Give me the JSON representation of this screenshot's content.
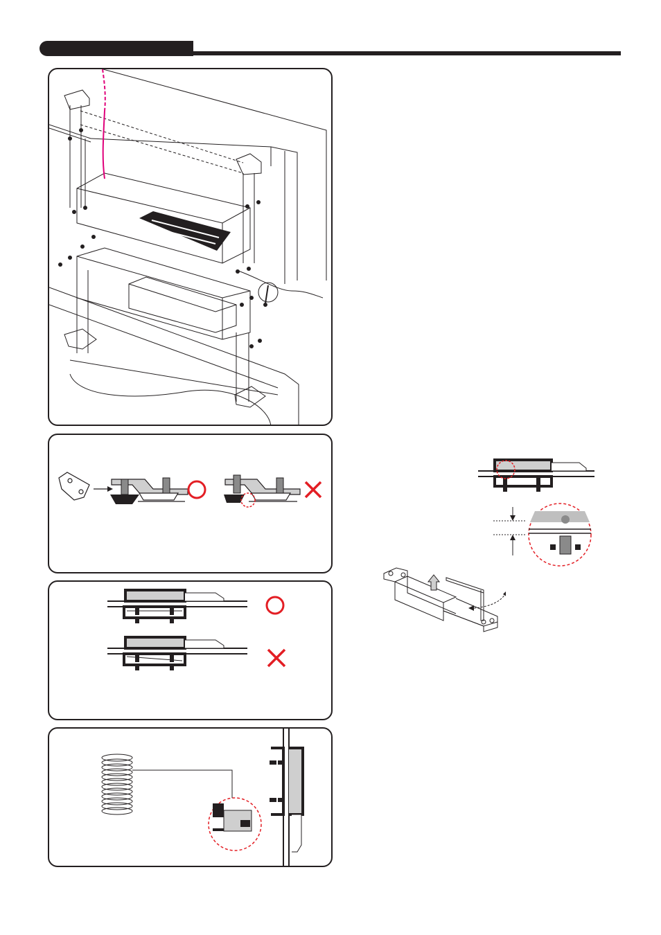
{
  "document": {
    "header": {
      "tab_text": ""
    },
    "colors": {
      "ink": "#231f20",
      "mark_red": "#e31e24",
      "cable_magenta": "#e0007a",
      "armature_fill": "#cfcfcf",
      "mounting_gray": "#bfbfbf"
    },
    "panels": [
      {
        "id": "mounting-exploded-view"
      },
      {
        "id": "bracket-orientation-check",
        "marks": [
          "correct-mark",
          "incorrect-mark"
        ]
      },
      {
        "id": "armature-alignment-check",
        "marks": [
          "correct-mark",
          "incorrect-mark"
        ]
      },
      {
        "id": "spring-washer-placement"
      }
    ],
    "right_figures": [
      {
        "id": "section-view-with-detail"
      },
      {
        "id": "gap-detail-callout"
      },
      {
        "id": "bracket-adjustment-hex-key"
      }
    ]
  }
}
